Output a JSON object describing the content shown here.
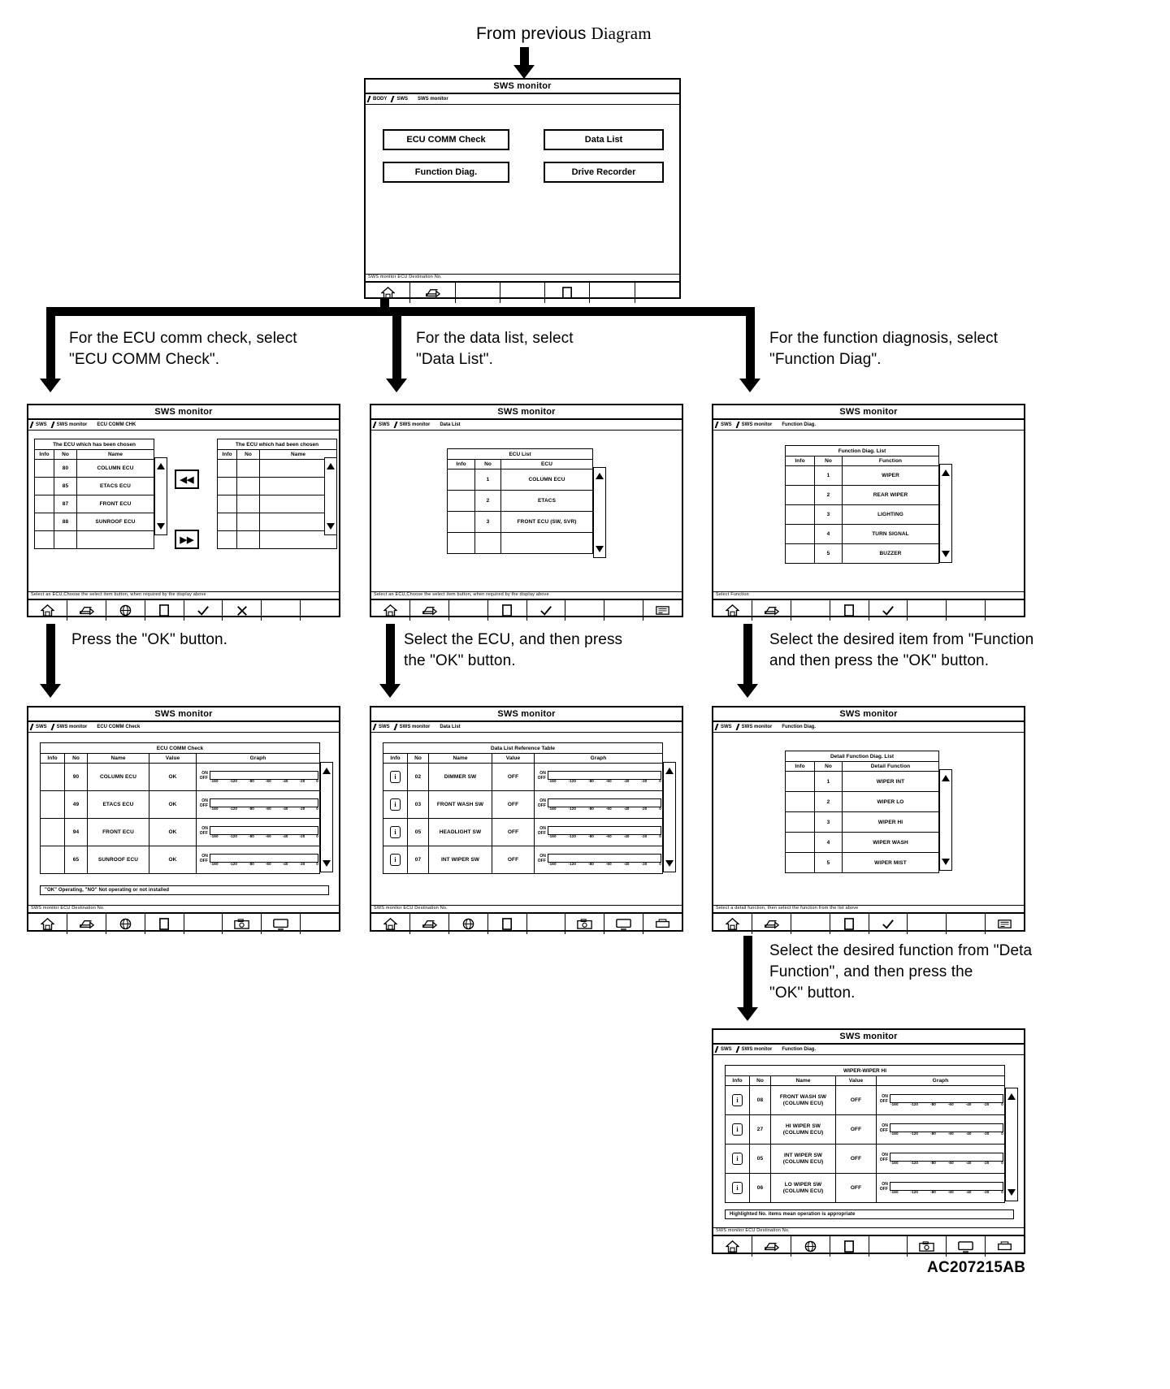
{
  "figure": {
    "id": "AC207215AB",
    "entry_label_main": "From previous",
    "entry_label_serif": "Diagram"
  },
  "captions": {
    "ecu_comm": "For the ECU comm check, select\n\"ECU COMM Check\".",
    "data_list": "For the data list, select\n\"Data List\".",
    "function_diag": "For the function diagnosis, select\n\"Function Diag\".",
    "press_ok": "Press the \"OK\" button.",
    "select_ecu_ok": "Select the ECU, and then press\nthe \"OK\" button.",
    "select_item_ok": "Select the desired item from \"Function\nand then press the \"OK\" button.",
    "select_function_ok": "Select the desired function from \"Deta\nFunction\", and then press the\n\"OK\" button."
  },
  "window_title": "SWS monitor",
  "menu_window": {
    "crumbs": [
      "BODY",
      "SWS",
      "SWS monitor"
    ],
    "buttons": [
      {
        "label": "ECU COMM Check"
      },
      {
        "label": "Data List"
      },
      {
        "label": "Function Diag."
      },
      {
        "label": "Drive Recorder"
      }
    ],
    "status": "SWS monitor ECU Destination No."
  },
  "ecu_comm_check_list": {
    "crumbs": [
      "SWS",
      "SWS monitor",
      "ECU COMM CHK"
    ],
    "left_table": {
      "title": "The ECU which has been chosen",
      "columns": [
        "Info",
        "No",
        "Name"
      ],
      "rows": [
        {
          "info": "",
          "no": "80",
          "name": "COLUMN ECU"
        },
        {
          "info": "",
          "no": "85",
          "name": "ETACS ECU"
        },
        {
          "info": "",
          "no": "87",
          "name": "FRONT ECU"
        },
        {
          "info": "",
          "no": "88",
          "name": "SUNROOF ECU"
        },
        {
          "info": "",
          "no": "",
          "name": ""
        }
      ]
    },
    "right_table": {
      "title": "The ECU which had been chosen",
      "columns": [
        "Info",
        "No",
        "Name"
      ],
      "rows": [
        {
          "info": "",
          "no": "",
          "name": ""
        },
        {
          "info": "",
          "no": "",
          "name": ""
        },
        {
          "info": "",
          "no": "",
          "name": ""
        },
        {
          "info": "",
          "no": "",
          "name": ""
        },
        {
          "info": "",
          "no": "",
          "name": ""
        }
      ]
    },
    "transfer_buttons": [
      "◀◀",
      "▶▶"
    ],
    "status": "Select an ECU,Choose the select item button, when required by the display above"
  },
  "ecu_comm_check_result": {
    "crumbs": [
      "SWS",
      "SWS monitor",
      "ECU COMM Check"
    ],
    "table_title": "ECU COMM Check",
    "columns": [
      "Info",
      "No",
      "Name",
      "Value",
      "Graph"
    ],
    "rows": [
      {
        "info": "",
        "no": "90",
        "name": "COLUMN ECU",
        "value": "OK"
      },
      {
        "info": "",
        "no": "49",
        "name": "ETACS ECU",
        "value": "OK"
      },
      {
        "info": "",
        "no": "94",
        "name": "FRONT ECU",
        "value": "OK"
      },
      {
        "info": "",
        "no": "65",
        "name": "SUNROOF ECU",
        "value": "OK"
      }
    ],
    "graph_y": [
      "ON",
      "OFF"
    ],
    "graph_x": [
      "-160",
      "-120",
      "-80",
      "-60",
      "-40",
      "-20",
      "0"
    ],
    "note": "\"OK\" Operating, \"NO\" Not operating or not installed",
    "status": "SWS monitor ECU Destination No."
  },
  "data_list_select": {
    "crumbs": [
      "SWS",
      "SWS monitor",
      "Data List"
    ],
    "table_title": "ECU List",
    "columns": [
      "Info",
      "No",
      "ECU"
    ],
    "rows": [
      {
        "info": "",
        "no": "1",
        "ecu": "COLUMN ECU"
      },
      {
        "info": "",
        "no": "2",
        "ecu": "ETACS"
      },
      {
        "info": "",
        "no": "3",
        "ecu": "FRONT ECU  (SW, SVR)"
      },
      {
        "info": "",
        "no": "",
        "ecu": ""
      }
    ],
    "status": "Select an ECU,Choose the select item button, when required by the display above"
  },
  "data_list_result": {
    "crumbs": [
      "SWS",
      "SWS monitor",
      "Data List"
    ],
    "table_title": "Data List Reference Table",
    "columns": [
      "Info",
      "No",
      "Name",
      "Value",
      "Graph"
    ],
    "rows": [
      {
        "info": "i",
        "no": "02",
        "name": "DIMMER SW",
        "value": "OFF"
      },
      {
        "info": "i",
        "no": "03",
        "name": "FRONT WASH SW",
        "value": "OFF"
      },
      {
        "info": "i",
        "no": "05",
        "name": "HEADLIGHT SW",
        "value": "OFF"
      },
      {
        "info": "i",
        "no": "07",
        "name": "INT WIPER SW",
        "value": "OFF"
      }
    ],
    "graph_y": [
      "ON",
      "OFF"
    ],
    "graph_x": [
      "-160",
      "-120",
      "-80",
      "-60",
      "-40",
      "-20",
      "0"
    ],
    "status": "SWS monitor ECU Destination No."
  },
  "function_diag_list": {
    "crumbs": [
      "SWS",
      "SWS monitor",
      "Function Diag."
    ],
    "table_title": "Function Diag. List",
    "columns": [
      "Info",
      "No",
      "Function"
    ],
    "rows": [
      {
        "info": "",
        "no": "1",
        "function": "WIPER"
      },
      {
        "info": "",
        "no": "2",
        "function": "REAR WIPER"
      },
      {
        "info": "",
        "no": "3",
        "function": "LIGHTING"
      },
      {
        "info": "",
        "no": "4",
        "function": "TURN SIGNAL"
      },
      {
        "info": "",
        "no": "5",
        "function": "BUZZER"
      }
    ],
    "status": "Select Function"
  },
  "function_diag_detail_list": {
    "crumbs": [
      "SWS",
      "SWS monitor",
      "Function Diag."
    ],
    "table_title": "Detail Function Diag. List",
    "columns": [
      "Info",
      "No",
      "Detail Function"
    ],
    "rows": [
      {
        "info": "",
        "no": "1",
        "function": "WIPER INT"
      },
      {
        "info": "",
        "no": "2",
        "function": "WIPER LO"
      },
      {
        "info": "",
        "no": "3",
        "function": "WIPER HI"
      },
      {
        "info": "",
        "no": "4",
        "function": "WIPER WASH"
      },
      {
        "info": "",
        "no": "5",
        "function": "WIPER MIST"
      }
    ],
    "status": "Select a detail function, then select the function from the list above"
  },
  "function_diag_result": {
    "crumbs": [
      "SWS",
      "SWS monitor",
      "Function Diag."
    ],
    "table_title": "WIPER-WIPER HI",
    "columns": [
      "Info",
      "No",
      "Name",
      "Value",
      "Graph"
    ],
    "rows": [
      {
        "info": "i",
        "no": "08",
        "name": "FRONT WASH SW\n(COLUMN ECU)",
        "value": "OFF"
      },
      {
        "info": "i",
        "no": "27",
        "name": "HI WIPER SW\n(COLUMN ECU)",
        "value": "OFF"
      },
      {
        "info": "i",
        "no": "05",
        "name": "INT WIPER SW\n(COLUMN ECU)",
        "value": "OFF"
      },
      {
        "info": "i",
        "no": "06",
        "name": "LO WIPER SW\n(COLUMN ECU)",
        "value": "OFF"
      }
    ],
    "graph_y": [
      "ON",
      "OFF"
    ],
    "graph_x": [
      "-160",
      "-120",
      "-80",
      "-60",
      "-40",
      "-20",
      "0"
    ],
    "note": "Highlighted No. items mean operation is appropriate",
    "status": "SWS monitor ECU Destination No."
  },
  "toolbar_icons": {
    "home": "home-icon",
    "back": "back-arrow-icon",
    "world": "globe-icon",
    "page": "page-icon",
    "ok": "check-icon",
    "cancel": "cross-icon",
    "camera": "camera-icon",
    "monitor": "monitor-icon",
    "print": "printer-icon",
    "record": "record-icon"
  }
}
